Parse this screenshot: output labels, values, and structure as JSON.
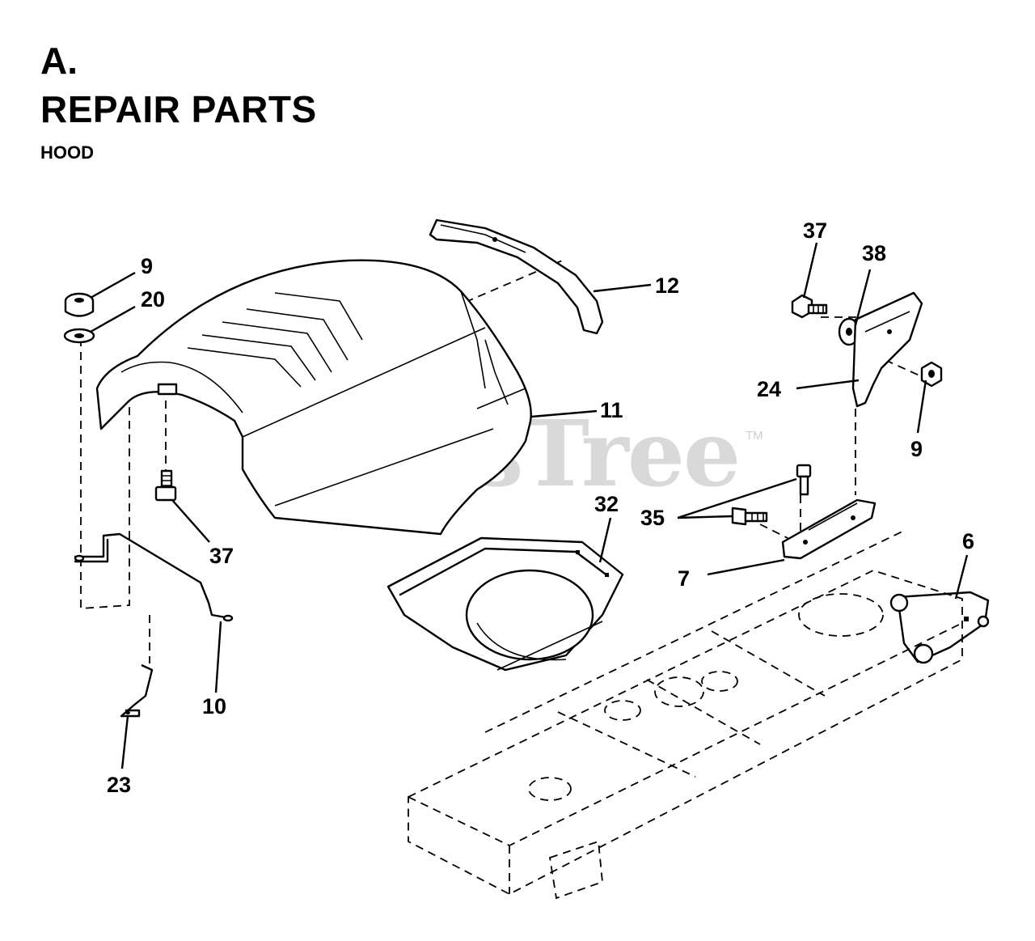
{
  "header": {
    "section": "A.",
    "title": "REPAIR PARTS",
    "subtitle": "HOOD"
  },
  "watermark": {
    "text": "PartsTree",
    "trademark": "TM"
  },
  "callouts": [
    {
      "key": "c9a",
      "label": "9"
    },
    {
      "key": "c20",
      "label": "20"
    },
    {
      "key": "c12",
      "label": "12"
    },
    {
      "key": "c11",
      "label": "11"
    },
    {
      "key": "c37a",
      "label": "37"
    },
    {
      "key": "c32",
      "label": "32"
    },
    {
      "key": "c10",
      "label": "10"
    },
    {
      "key": "c23",
      "label": "23"
    },
    {
      "key": "c37b",
      "label": "37"
    },
    {
      "key": "c38",
      "label": "38"
    },
    {
      "key": "c24",
      "label": "24"
    },
    {
      "key": "c9b",
      "label": "9"
    },
    {
      "key": "c35",
      "label": "35"
    },
    {
      "key": "c7",
      "label": "7"
    },
    {
      "key": "c6",
      "label": "6"
    }
  ]
}
